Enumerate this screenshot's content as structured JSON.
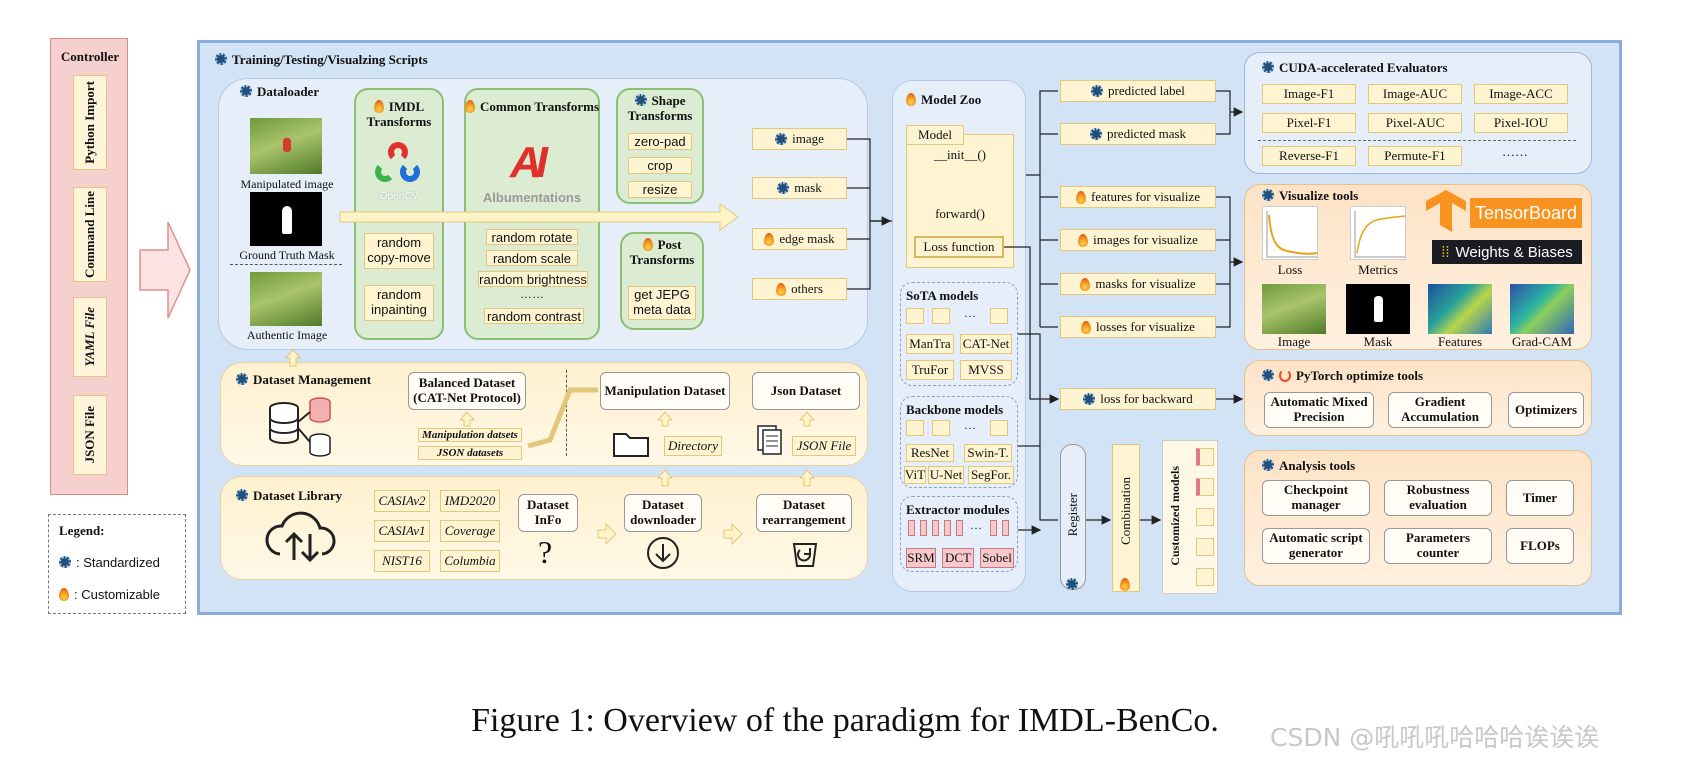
{
  "controller": {
    "title": "Controller",
    "items": [
      "Python Import",
      "Command Line",
      "YAML File",
      "JSON File"
    ]
  },
  "legend": {
    "title": "Legend:",
    "standardized": ": Standardized",
    "customizable": ": Customizable"
  },
  "main_title": "Training/Testing/Visualzing Scripts",
  "dataloader": {
    "title": "Dataloader",
    "manipulated_image": "Manipulated image",
    "ground_truth_mask": "Ground Truth Mask",
    "authentic_image": "Authentic Image",
    "imdl_transforms": {
      "title": "IMDL Transforms",
      "logo_text": "OpenCV",
      "items": [
        "random copy-move",
        "random inpainting"
      ]
    },
    "common_transforms": {
      "title": "Common Transforms",
      "logo_text": "Albumentations",
      "items": [
        "random rotate",
        "random scale",
        "random brightness",
        "……",
        "random contrast"
      ]
    },
    "shape_transforms": {
      "title": "Shape Transforms",
      "items": [
        "zero-pad",
        "crop",
        "resize"
      ]
    },
    "post_transforms": {
      "title": "Post Transforms",
      "items": [
        "get JEPG meta data"
      ]
    },
    "outputs": [
      "image",
      "mask",
      "edge mask",
      "others"
    ]
  },
  "dataset_management": {
    "title": "Dataset Management",
    "balanced_dataset": "Balanced Dataset (CAT-Net Protocol)",
    "manipulation_datsets": "Manipulation datsets",
    "json_datasets": "JSON datasets",
    "manipulation_dataset": "Manipulation Dataset",
    "directory": "Directory",
    "json_dataset": "Json Dataset",
    "json_file": "JSON File"
  },
  "dataset_library": {
    "title": "Dataset Library",
    "datasets": [
      "CASIAv2",
      "IMD2020",
      "CASIAv1",
      "Coverage",
      "NIST16",
      "Columbia"
    ],
    "dataset_info": "Dataset InFo",
    "dataset_downloader": "Dataset downloader",
    "dataset_rearrangement": "Dataset rearrangement"
  },
  "model_zoo": {
    "title": "Model Zoo",
    "model": "Model",
    "init": "__init__()",
    "forward": "forward()",
    "loss_function": "Loss function",
    "sota_title": "SoTA models",
    "sota_models": [
      "ManTra",
      "CAT-Net",
      "TruFor",
      "MVSS"
    ],
    "backbone_title": "Backbone models",
    "backbone_models": [
      "ResNet",
      "Swin-T.",
      "ViT",
      "U-Net",
      "SegFor."
    ],
    "extractor_title": "Extractor modules",
    "extractor_modules": [
      "SRM",
      "DCT",
      "Sobel"
    ],
    "ellipsis": "…"
  },
  "registry": {
    "register": "Register",
    "combination": "Combination",
    "customized_models": "Customized models"
  },
  "model_outputs": {
    "predicted_label": "predicted label",
    "predicted_mask": "predicted mask",
    "features_for_visualize": "features for visualize",
    "images_for_visualize": "images for visualize",
    "masks_for_visualize": "masks for visualize",
    "losses_for_visualize": "losses for visualize",
    "loss_for_backward": "loss for backward"
  },
  "evaluators": {
    "title": "CUDA-accelerated Evaluators",
    "items": [
      "Image-F1",
      "Image-AUC",
      "Image-ACC",
      "Pixel-F1",
      "Pixel-AUC",
      "Pixel-IOU",
      "Reverse-F1",
      "Permute-F1",
      "……"
    ]
  },
  "visualize_tools": {
    "title": "Visualize tools",
    "tensorboard": "TensorBoard",
    "wandb": "Weights & Biases",
    "plots": [
      "Loss",
      "Metrics"
    ],
    "images": [
      "Image",
      "Mask",
      "Features",
      "Grad-CAM"
    ]
  },
  "pytorch_tools": {
    "title": "PyTorch optimize tools",
    "items": [
      "Automatic Mixed Precision",
      "Gradient Accumulation",
      "Optimizers"
    ]
  },
  "analysis_tools": {
    "title": "Analysis tools",
    "items": [
      "Checkpoint manager",
      "Robustness evaluation",
      "Timer",
      "Automatic script generator",
      "Parameters counter",
      "FLOPs"
    ]
  },
  "caption": "Figure 1: Overview of the paradigm for IMDL-BenCo.",
  "watermark": "CSDN @吼吼吼哈哈哈诶诶诶",
  "colors": {
    "frame_blue": "#d3e3f6",
    "controller_pink": "#f6cfcf",
    "transform_green": "#dbecd3",
    "box_yellow": "#fff4d2",
    "panel_orange": "#fde3c6",
    "tensorboard_orange": "#f7931e"
  }
}
